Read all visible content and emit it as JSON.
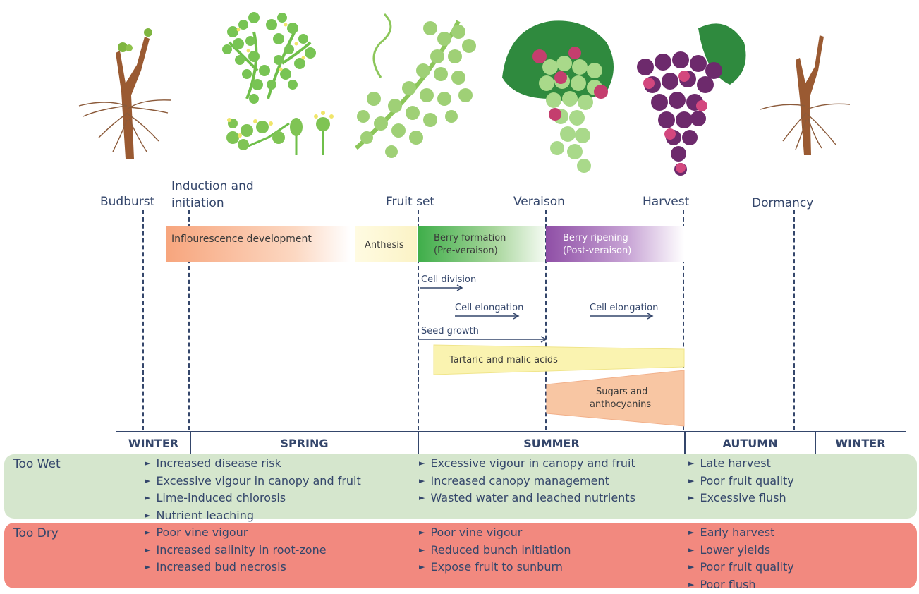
{
  "stages": {
    "budburst": "Budburst",
    "induction": "Induction and initiation",
    "fruit_set": "Fruit set",
    "veraison": "Veraison",
    "harvest": "Harvest",
    "dormancy": "Dormancy"
  },
  "bands": {
    "inflorescence": "Inflourescence development",
    "anthesis": "Anthesis",
    "berry_formation_1": "Berry formation",
    "berry_formation_2": "(Pre-veraison)",
    "berry_ripening_1": "Berry ripening",
    "berry_ripening_2": "(Post-veraison)",
    "acids": "Tartaric and malic acids",
    "sugars_1": "Sugars and",
    "sugars_2": "anthocyanins"
  },
  "arrows": {
    "cell_division": "Cell division",
    "cell_elongation_pre": "Cell elongation",
    "cell_elongation_post": "Cell elongation",
    "seed_growth": "Seed growth"
  },
  "seasons": [
    "WINTER",
    "SPRING",
    "SUMMER",
    "AUTUMN",
    "WINTER"
  ],
  "too_wet": {
    "label": "Too Wet",
    "spring": [
      "Increased disease risk",
      "Excessive vigour in canopy and fruit",
      "Lime-induced chlorosis",
      "Nutrient leaching"
    ],
    "summer": [
      "Excessive vigour in canopy and fruit",
      "Increased canopy management",
      "Wasted water and leached nutrients"
    ],
    "autumn": [
      "Late harvest",
      "Poor fruit quality",
      "Excessive flush"
    ]
  },
  "too_dry": {
    "label": "Too Dry",
    "spring": [
      "Poor vine vigour",
      "Increased salinity in root-zone",
      "Increased bud necrosis"
    ],
    "summer": [
      "Poor vine vigour",
      "Reduced bunch initiation",
      "Expose fruit to sunburn"
    ],
    "autumn": [
      "Early harvest",
      "Lower yields",
      "Poor fruit quality",
      "Poor flush"
    ]
  },
  "colors": {
    "text": "#34466b",
    "wet_panel": "#d5e6cd",
    "dry_panel": "#f2897f",
    "inflorescence": "#f7a57d",
    "anthesis": "#fbf3c6",
    "berry_formation": "#3fae4a",
    "berry_ripening": "#8f4fa6",
    "acids": "#faf3b0",
    "sugars": "#f8c6a3"
  },
  "icons": [
    "dormant-cutting-icon",
    "flowering-inflorescence-icon",
    "green-fruit-cluster-icon",
    "veraison-grape-bunch-icon",
    "ripe-grape-bunch-icon",
    "dormant-cutting-icon"
  ]
}
